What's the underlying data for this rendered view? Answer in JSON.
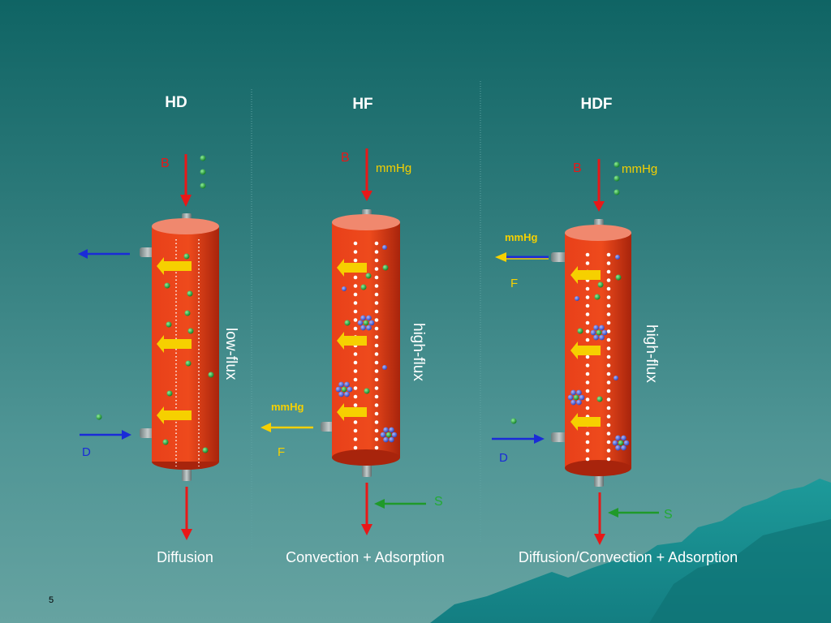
{
  "colors": {
    "blood": "#e81818",
    "dialysate": "#1a2bd8",
    "filtrate": "#f6d000",
    "substitution": "#1f9a2a",
    "filter_body": "#e8401a",
    "cap_gray": "#8e9b9b"
  },
  "panels": [
    {
      "title": "HD",
      "caption": "Diffusion",
      "membrane_label": "low-flux",
      "blood_label": "B",
      "dialysate_label": "D"
    },
    {
      "title": "HF",
      "caption": "Convection + Adsorption",
      "membrane_label": "high-flux",
      "blood_label": "B",
      "pressure_label_top": "mmHg",
      "pressure_label_side": "mmHg",
      "filtrate_label": "F",
      "substitution_label": "S"
    },
    {
      "title": "HDF",
      "caption": "Diffusion/Convection + Adsorption",
      "membrane_label": "high-flux",
      "blood_label": "B",
      "pressure_label_top": "mmHg",
      "pressure_label_side": "mmHg",
      "filtrate_label": "F",
      "dialysate_label": "D",
      "substitution_label": "S"
    }
  ],
  "page_number": "5"
}
